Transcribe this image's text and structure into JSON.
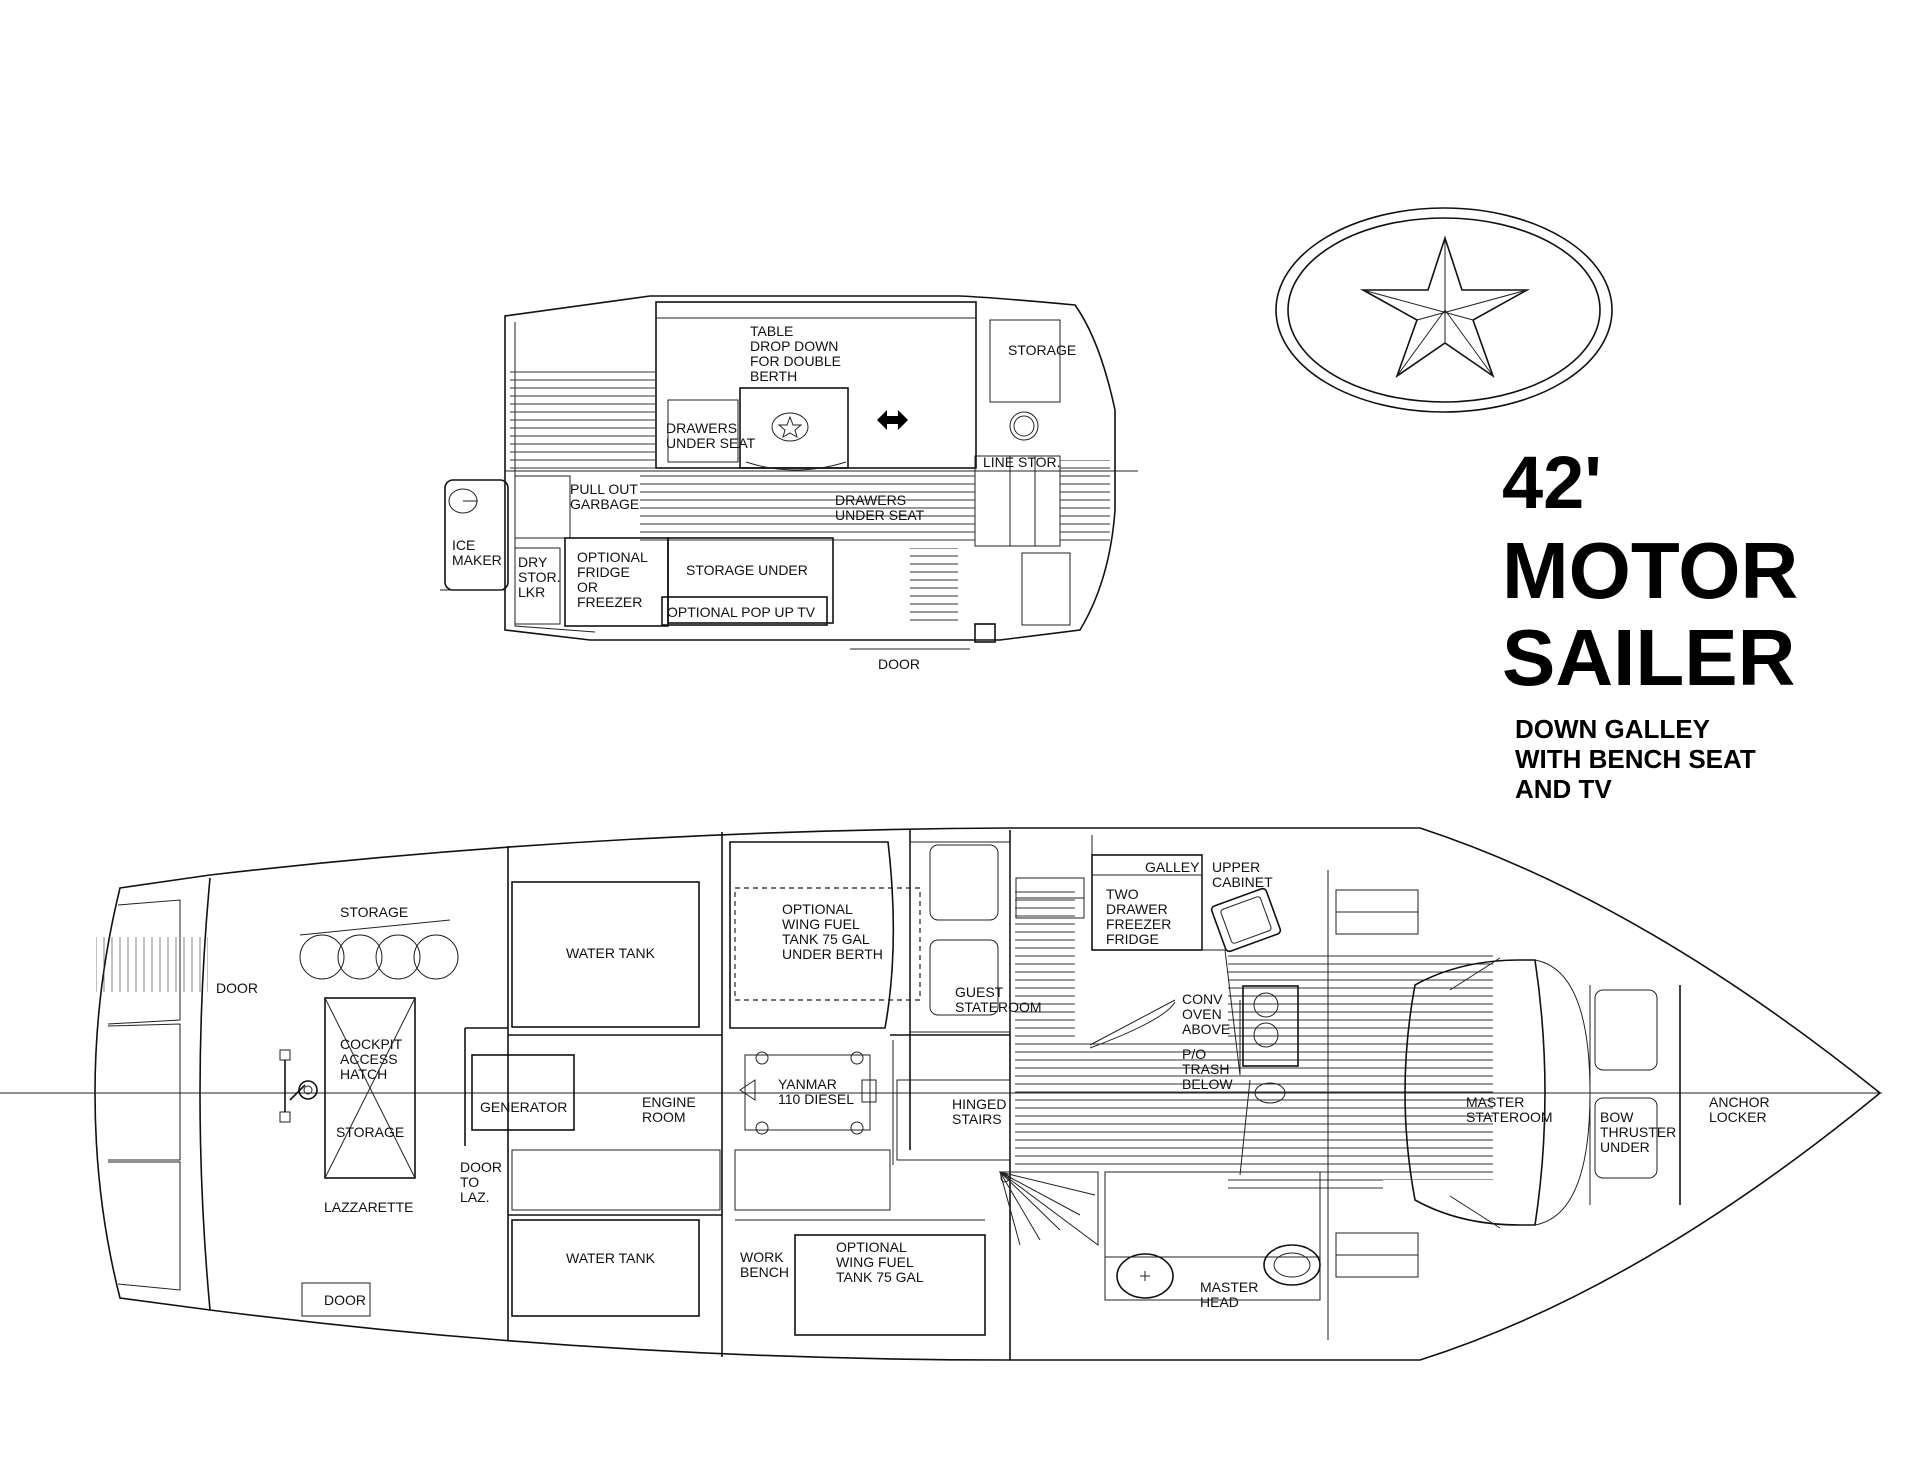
{
  "title": {
    "line1": "42'",
    "line2": "MOTOR",
    "line3": "SAILER"
  },
  "subtitle": {
    "line1": "DOWN GALLEY",
    "line2": "WITH BENCH SEAT",
    "line3": "AND TV"
  },
  "logo_icon": "star-in-oval-icon",
  "upper_plan": {
    "table": [
      "TABLE",
      "DROP DOWN",
      "FOR DOUBLE",
      "BERTH"
    ],
    "storage": "STORAGE",
    "drawers_seat": [
      "DRAWERS",
      "UNDER SEAT"
    ],
    "line_stor": "LINE STOR.",
    "pull_out": [
      "PULL OUT",
      "GARBAGE"
    ],
    "drawers_seat2": [
      "DRAWERS",
      "UNDER SEAT"
    ],
    "ice_maker": [
      "ICE",
      "MAKER"
    ],
    "dry_stor": [
      "DRY",
      "STOR.",
      "LKR"
    ],
    "opt_fridge": [
      "OPTIONAL",
      "FRIDGE",
      "OR",
      "FREEZER"
    ],
    "storage_under": "STORAGE UNDER",
    "pop_up_tv": "OPTIONAL POP UP TV",
    "door": "DOOR"
  },
  "lower_plan": {
    "storage": "STORAGE",
    "door_aft": "DOOR",
    "cockpit": [
      "COCKPIT",
      "ACCESS",
      "HATCH"
    ],
    "storage2": "STORAGE",
    "lazzarette": "LAZZARETTE",
    "door_bottom": "DOOR",
    "door_laz": [
      "DOOR",
      "TO",
      "LAZ."
    ],
    "water_tank_top": "WATER TANK",
    "water_tank_bottom": "WATER TANK",
    "generator": "GENERATOR",
    "engine_room": [
      "ENGINE",
      "ROOM"
    ],
    "yanmar": [
      "YANMAR",
      "110 DIESEL"
    ],
    "work_bench": [
      "WORK",
      "BENCH"
    ],
    "wing_fuel_top": [
      "OPTIONAL",
      "WING  FUEL",
      "TANK 75 GAL",
      "UNDER BERTH"
    ],
    "wing_fuel_bottom": [
      "OPTIONAL",
      "WING  FUEL",
      "TANK 75 GAL"
    ],
    "guest": [
      "GUEST",
      "STATEROOM"
    ],
    "hinged": [
      "HINGED",
      "STAIRS"
    ],
    "galley": "GALLEY",
    "upper_cabinet": [
      "UPPER",
      "CABINET"
    ],
    "two_drawer": [
      "TWO",
      "DRAWER",
      "FREEZER",
      "FRIDGE"
    ],
    "conv_oven": [
      "CONV",
      "OVEN",
      "ABOVE"
    ],
    "trash": [
      "P/O",
      "TRASH",
      "BELOW"
    ],
    "master_head": [
      "MASTER",
      "HEAD"
    ],
    "master_state": [
      "MASTER",
      "STATEROOM"
    ],
    "bow_thruster": [
      "BOW",
      "THRUSTER",
      "UNDER"
    ],
    "anchor": [
      "ANCHOR",
      "LOCKER"
    ]
  }
}
